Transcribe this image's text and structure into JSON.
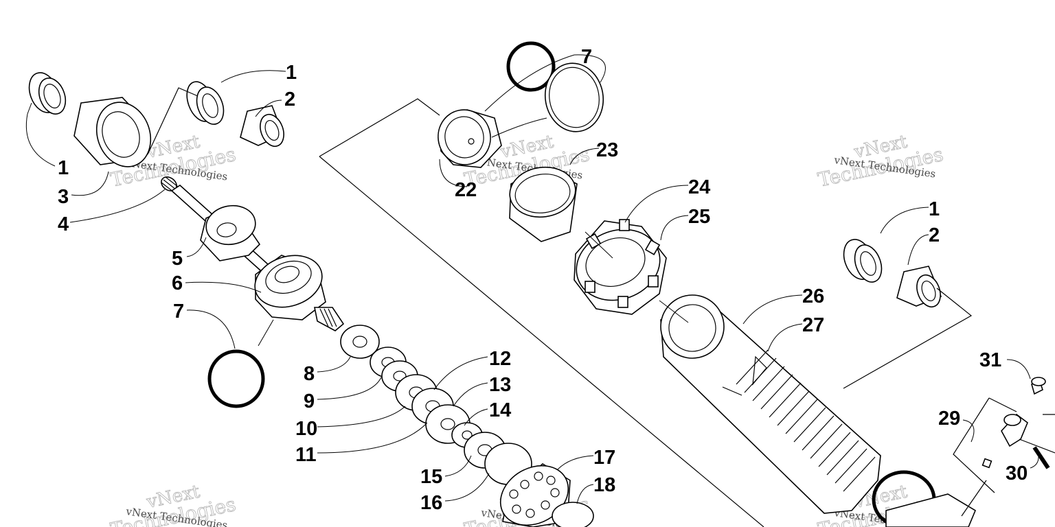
{
  "watermark": {
    "brand_top": "vNext",
    "brand_bottom": "Technologies",
    "caption": "vNext Technologies"
  },
  "callouts": [
    {
      "id": "c1a",
      "label": "1"
    },
    {
      "id": "c2a",
      "label": "2"
    },
    {
      "id": "c1b",
      "label": "1"
    },
    {
      "id": "c3",
      "label": "3"
    },
    {
      "id": "c4",
      "label": "4"
    },
    {
      "id": "c5",
      "label": "5"
    },
    {
      "id": "c6",
      "label": "6"
    },
    {
      "id": "c7a",
      "label": "7"
    },
    {
      "id": "c8",
      "label": "8"
    },
    {
      "id": "c9",
      "label": "9"
    },
    {
      "id": "c10",
      "label": "10"
    },
    {
      "id": "c11",
      "label": "11"
    },
    {
      "id": "c12",
      "label": "12"
    },
    {
      "id": "c13",
      "label": "13"
    },
    {
      "id": "c14",
      "label": "14"
    },
    {
      "id": "c15",
      "label": "15"
    },
    {
      "id": "c16",
      "label": "16"
    },
    {
      "id": "c17",
      "label": "17"
    },
    {
      "id": "c18",
      "label": "18"
    },
    {
      "id": "c7b",
      "label": "7"
    },
    {
      "id": "c22",
      "label": "22"
    },
    {
      "id": "c23",
      "label": "23"
    },
    {
      "id": "c24",
      "label": "24"
    },
    {
      "id": "c25",
      "label": "25"
    },
    {
      "id": "c26",
      "label": "26"
    },
    {
      "id": "c27",
      "label": "27"
    },
    {
      "id": "c1c",
      "label": "1"
    },
    {
      "id": "c2b",
      "label": "2"
    },
    {
      "id": "c31",
      "label": "31"
    },
    {
      "id": "c29",
      "label": "29"
    },
    {
      "id": "c30",
      "label": "30"
    }
  ]
}
